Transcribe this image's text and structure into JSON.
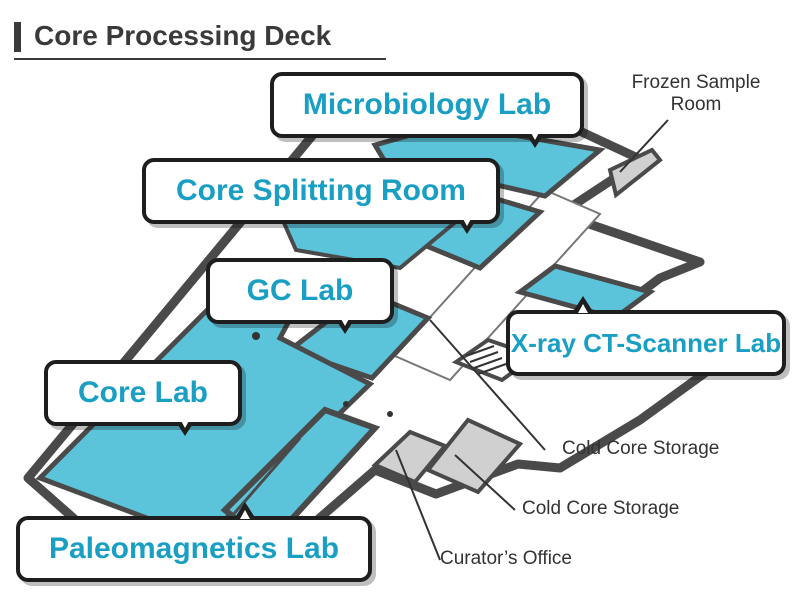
{
  "title": "Core Processing Deck",
  "rooms": {
    "microbiology": "Microbiology Lab",
    "core_splitting": "Core Splitting Room",
    "gc": "GC Lab",
    "xray": "X-ray CT-Scanner Lab",
    "core_lab": "Core Lab",
    "paleomag": "Paleomagnetics Lab"
  },
  "callouts": {
    "frozen_line1": "Frozen Sample",
    "frozen_line2": "Room",
    "cold_storage_1": "Cold Core Storage",
    "cold_storage_2": "Cold Core Storage",
    "curator": "Curator’s Office"
  },
  "colors": {
    "room": "#5bc3da",
    "wall": "#4a4a4a",
    "label_text": "#1a9fc4",
    "storage": "#d0d0d0"
  }
}
